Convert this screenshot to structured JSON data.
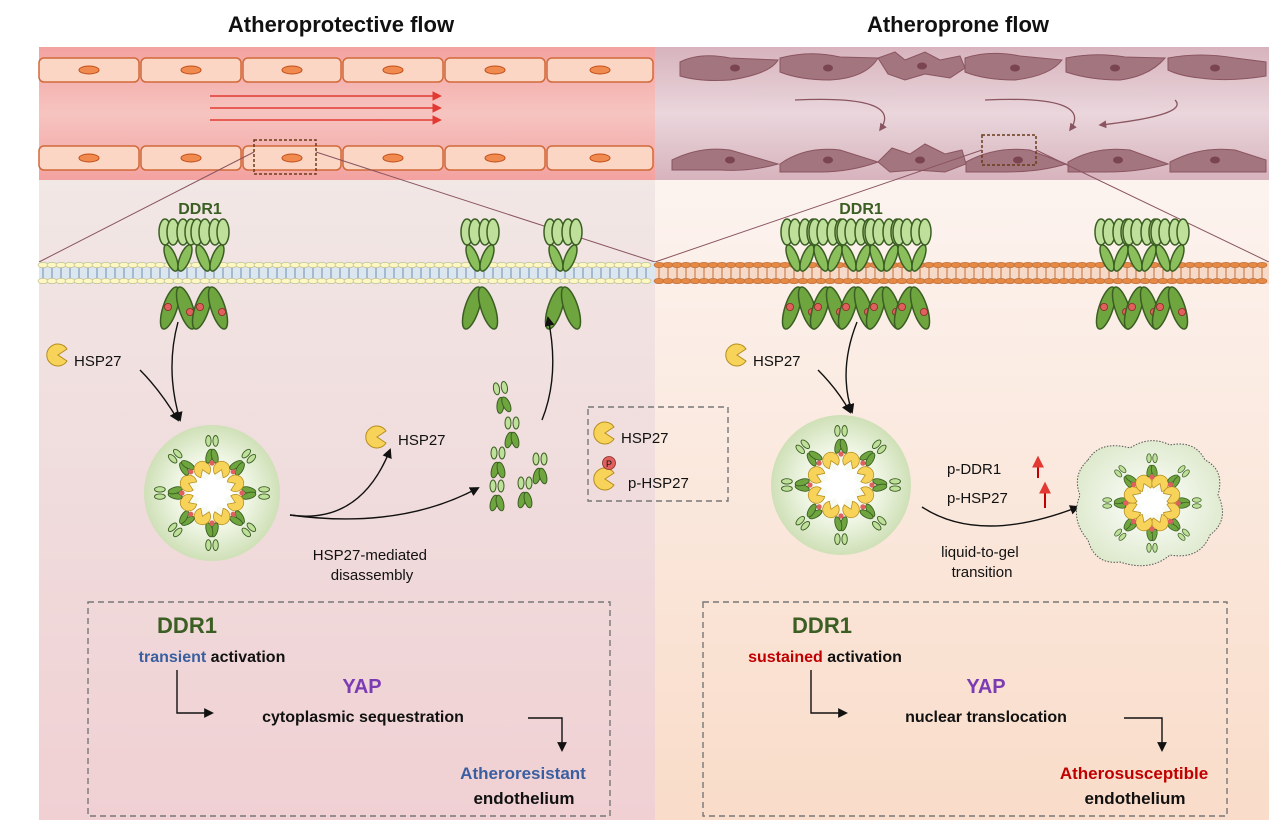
{
  "titles": {
    "left": "Atheroprotective flow",
    "right": "Atheroprone flow"
  },
  "labels": {
    "ddr1_left": "DDR1",
    "ddr1_right": "DDR1",
    "hsp27_left_top": "HSP27",
    "hsp27_left_released": "HSP27",
    "hsp27_right": "HSP27",
    "legend_hsp27": "HSP27",
    "legend_phsp27": "p-HSP27",
    "phospho_mark": "P",
    "disassembly_line1": "HSP27-mediated",
    "disassembly_line2": "disassembly",
    "pddr1": "p-DDR1",
    "phsp27": "p-HSP27",
    "transition_line1": "liquid-to-gel",
    "transition_line2": "transition"
  },
  "left_box": {
    "ddr1": "DDR1",
    "activation_prefix": "transient",
    "activation_suffix": " activation",
    "yap": "YAP",
    "process": "cytoplasmic sequestration",
    "outcome_1": "Atheroresistant",
    "outcome_2": "endothelium"
  },
  "right_box": {
    "ddr1": "DDR1",
    "activation_prefix": "sustained",
    "activation_suffix": " activation",
    "yap": "YAP",
    "process": "nuclear translocation",
    "outcome_1": "Atherosusceptible",
    "outcome_2": "endothelium"
  },
  "colors": {
    "ddr1_green": "#3b5e23",
    "yap_purple": "#7b3bb3",
    "transient_blue": "#3a5fa0",
    "sustained_red": "#c00000",
    "hsp27_yellow": "#f7d35a",
    "phospho_red": "#e0605e"
  }
}
